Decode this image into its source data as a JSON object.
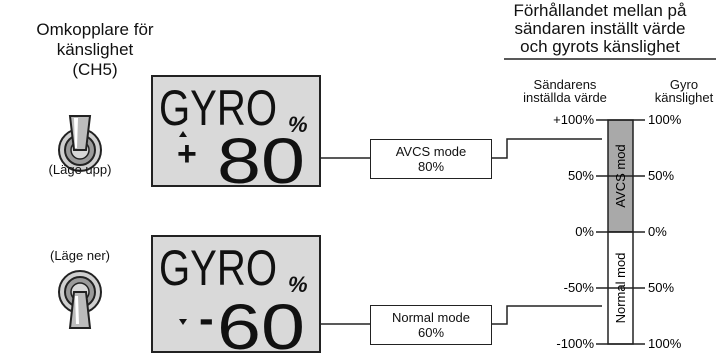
{
  "switch": {
    "title_line1": "Omkopplare för",
    "title_line2": "känslighet",
    "title_line3": "(CH5)",
    "up_label": "(Läge upp)",
    "down_label": "(Läge ner)"
  },
  "displays": {
    "up": {
      "text": "GYRO",
      "sign": "+",
      "value": "80",
      "unit": "%"
    },
    "down": {
      "text": "GYRO",
      "sign": "-",
      "value": "60",
      "unit": "%"
    }
  },
  "modes": {
    "avcs_line1": "AVCS mode",
    "avcs_line2": "80%",
    "normal_line1": "Normal mode",
    "normal_line2": "60%"
  },
  "relation": {
    "title_line1": "Förhållandet mellan på",
    "title_line2": "sändaren inställt värde",
    "title_line3": "och gyrots känslighet",
    "left_head_line1": "Sändarens",
    "left_head_line2": "inställda värde",
    "right_head_line1": "Gyro",
    "right_head_line2": "känslighet",
    "left_ticks": [
      "+100%",
      "50%",
      "0%",
      "-50%",
      "-100%"
    ],
    "right_ticks": [
      "100%",
      "50%",
      "0%",
      "50%",
      "100%"
    ],
    "avcs_bar_label": "AVCS mod",
    "normal_bar_label": "Normal mod"
  },
  "colors": {
    "avcs_fill": "#a9a9a9",
    "lcd_bg": "#d9d9d9",
    "line": "#222222"
  }
}
